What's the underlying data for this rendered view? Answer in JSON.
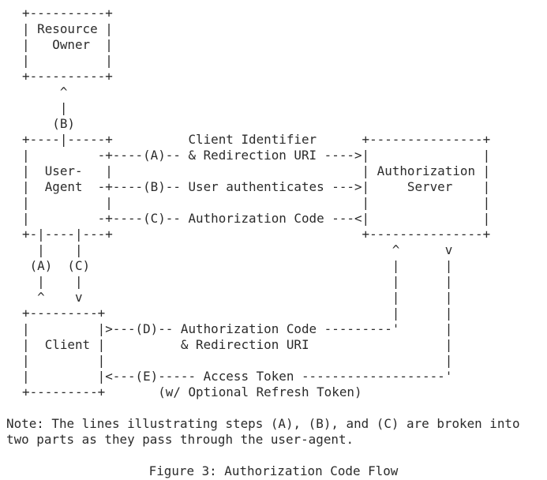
{
  "figure": {
    "ascii_art": "+----------+\n| Resource |\n|   Owner  |\n|          |\n+----------+\n     ^\n     |\n    (B)\n+----|-----+          Client Identifier      +---------------+\n|         -+----(A)-- & Redirection URI ---->|               |\n|  User-   |                                 | Authorization |\n|  Agent  -+----(B)-- User authenticates --->|     Server    |\n|          |                                 |               |\n|         -+----(C)-- Authorization Code ---<|               |\n+-|----|---+                                 +---------------+\n  |    |                                         ^      v\n (A)  (C)                                        |      |\n  |    |                                         |      |\n  ^    v                                         |      |\n+---------+                                      |      |\n|         |>---(D)-- Authorization Code ---------'      |\n|  Client |          & Redirection URI                  |\n|         |                                             |\n|         |<---(E)----- Access Token -------------------'\n+---------+       (w/ Optional Refresh Token)",
    "note": "Note: The lines illustrating steps (A), (B), and (C) are broken into\ntwo parts as they pass through the user-agent.",
    "caption": "Figure 3: Authorization Code Flow"
  }
}
